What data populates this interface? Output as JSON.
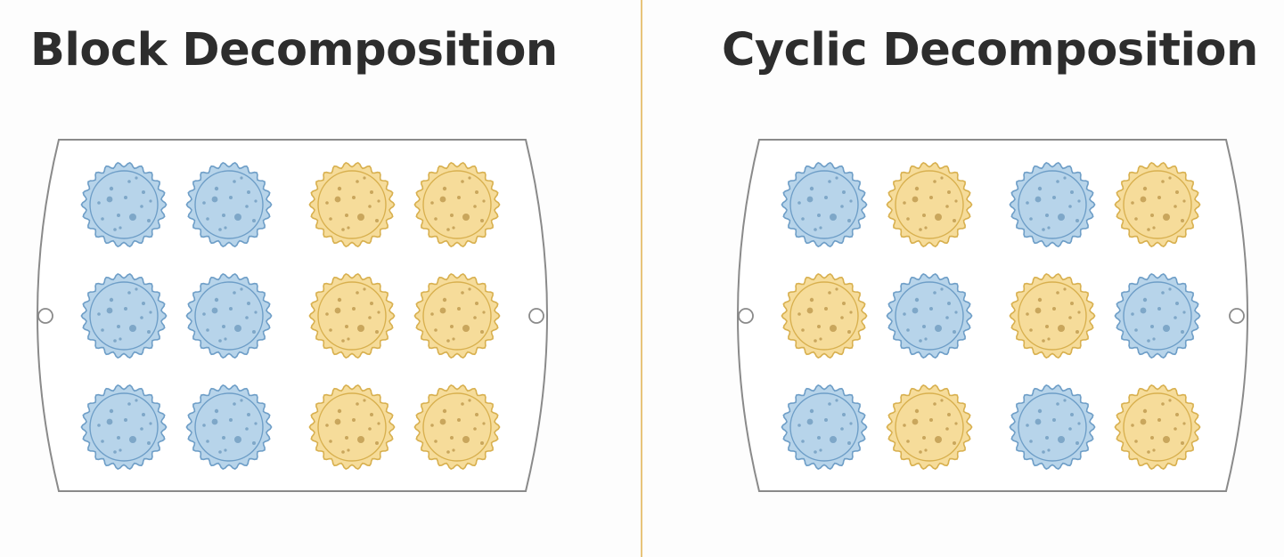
{
  "left": {
    "title": "Block Decomposition",
    "grid": [
      [
        "blue",
        "blue",
        "yellow",
        "yellow"
      ],
      [
        "blue",
        "blue",
        "yellow",
        "yellow"
      ],
      [
        "blue",
        "blue",
        "yellow",
        "yellow"
      ]
    ]
  },
  "right": {
    "title": "Cyclic Decomposition",
    "grid": [
      [
        "blue",
        "yellow",
        "blue",
        "yellow"
      ],
      [
        "yellow",
        "blue",
        "yellow",
        "blue"
      ],
      [
        "blue",
        "yellow",
        "blue",
        "yellow"
      ]
    ]
  },
  "colors": {
    "blue_fill": "#b7d4ea",
    "blue_stroke": "#6e9ec7",
    "blue_dots": "#7ea7c8",
    "yellow_fill": "#f6dc9a",
    "yellow_stroke": "#d8b04f",
    "yellow_dots": "#c9a65c",
    "tray_stroke": "#8a8a8a",
    "divider": "#e8c47a",
    "title": "#2d2d2d"
  }
}
